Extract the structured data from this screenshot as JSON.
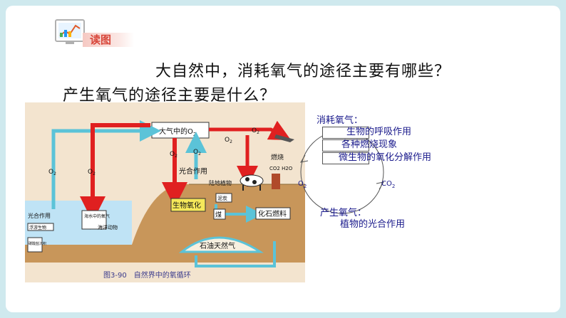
{
  "header": {
    "label": "读图"
  },
  "question": {
    "line1": "大自然中，消耗氧气的途径主要有哪些？",
    "line2": "产生氧气的途径主要是什么？"
  },
  "figure": {
    "caption": "图3-90　自然界中的氧循环",
    "atmosphere_label": "大气中的O",
    "atmosphere_sub": "2",
    "o2_label": "O",
    "o2_sub": "2",
    "photosynthesis_label": "光合作用",
    "biological_oxidation": "生物氧化",
    "land_plants": "陆地植物",
    "combustion": "燃烧",
    "sediment": "泥炭",
    "coal": "煤",
    "fossil_fuel": "化石燃料",
    "oil_gas": "石油天然气",
    "sea_photosynthesis": "光合作用",
    "sea_oxygen": "海水中的氧气",
    "sea_animals": "海洋动物",
    "plankton": "浮游生物",
    "carbonate": "碳酸盐沉积",
    "co2_h2o": "CO2 H2O"
  },
  "cycle": {
    "consume_title": "消耗氧气：",
    "consume_items": [
      "生物的呼吸作用",
      "各种燃烧现象",
      "微生物的氧化分解作用"
    ],
    "produce_title": "产生氧气：",
    "produce_items": [
      "植物的光合作用"
    ],
    "co2_node": "CO",
    "co2_sub": "2",
    "o2_node": "O",
    "o2_sub": "2"
  },
  "colors": {
    "red_arrow": "#e02020",
    "blue_arrow": "#5bc3d8",
    "ocean": "#bfe3f5",
    "land": "#c8965a",
    "figure_bg": "#f3e4cf",
    "text_blue": "#1a1a8c"
  }
}
